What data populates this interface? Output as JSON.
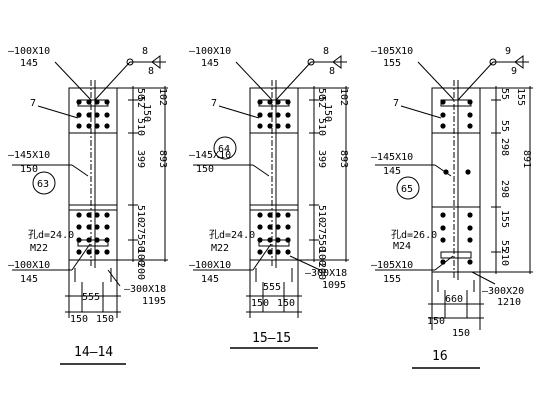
{
  "details": [
    {
      "title": "14—14",
      "flange_plate_top": "—100X10",
      "flange_plate_top_width": "145",
      "weld_top_left": "8",
      "weld_top_right": "8",
      "weld_side": "7",
      "web_plate": "—145X10",
      "web_plate_width": "150",
      "circle_ref": "63",
      "bolt_hole": "孔d=24.0",
      "bolt_size": "M22",
      "flange_plate_bottom": "—100X10",
      "flange_plate_bottom_width": "145",
      "base_plate": "—300X18",
      "base_plate_length": "1195",
      "bottom_dim_inner": "555",
      "bottom_dim_left": "150",
      "bottom_dim_right": "150",
      "right_dims": [
        "50",
        "52",
        "150",
        "102",
        "510",
        "399",
        "893",
        "510",
        "275",
        "50",
        "100",
        "200"
      ]
    },
    {
      "title": "15—15",
      "flange_plate_top": "—100X10",
      "flange_plate_top_width": "145",
      "weld_top_left": "8",
      "weld_top_right": "8",
      "weld_side": "7",
      "web_plate": "—145X10",
      "web_plate_width": "150",
      "circle_ref": "64",
      "bolt_hole": "孔d=24.0",
      "bolt_size": "M22",
      "flange_plate_bottom": "—100X10",
      "flange_plate_bottom_width": "145",
      "base_plate": "—300X18",
      "base_plate_length": "1095",
      "bottom_dim_inner": "555",
      "bottom_dim_left": "150",
      "bottom_dim_right": "150",
      "right_dims": [
        "50",
        "52",
        "150",
        "102",
        "510",
        "399",
        "893",
        "510",
        "275",
        "50",
        "100",
        "200"
      ]
    },
    {
      "title": "16",
      "flange_plate_top": "—105X10",
      "flange_plate_top_width": "155",
      "weld_top_left": "9",
      "weld_top_right": "9",
      "weld_side": "7",
      "web_plate": "—145X10",
      "web_plate_width": "145",
      "circle_ref": "65",
      "bolt_hole": "孔d=26.0",
      "bolt_size": "M24",
      "flange_plate_bottom": "—105X10",
      "flange_plate_bottom_width": "155",
      "base_plate": "—300X20",
      "base_plate_length": "1210",
      "bottom_dim_inner": "660",
      "bottom_dim_left": "150",
      "bottom_dim_right": "150",
      "right_dims": [
        "55",
        "155",
        "55",
        "298",
        "891",
        "298",
        "155",
        "55",
        "210"
      ]
    }
  ]
}
